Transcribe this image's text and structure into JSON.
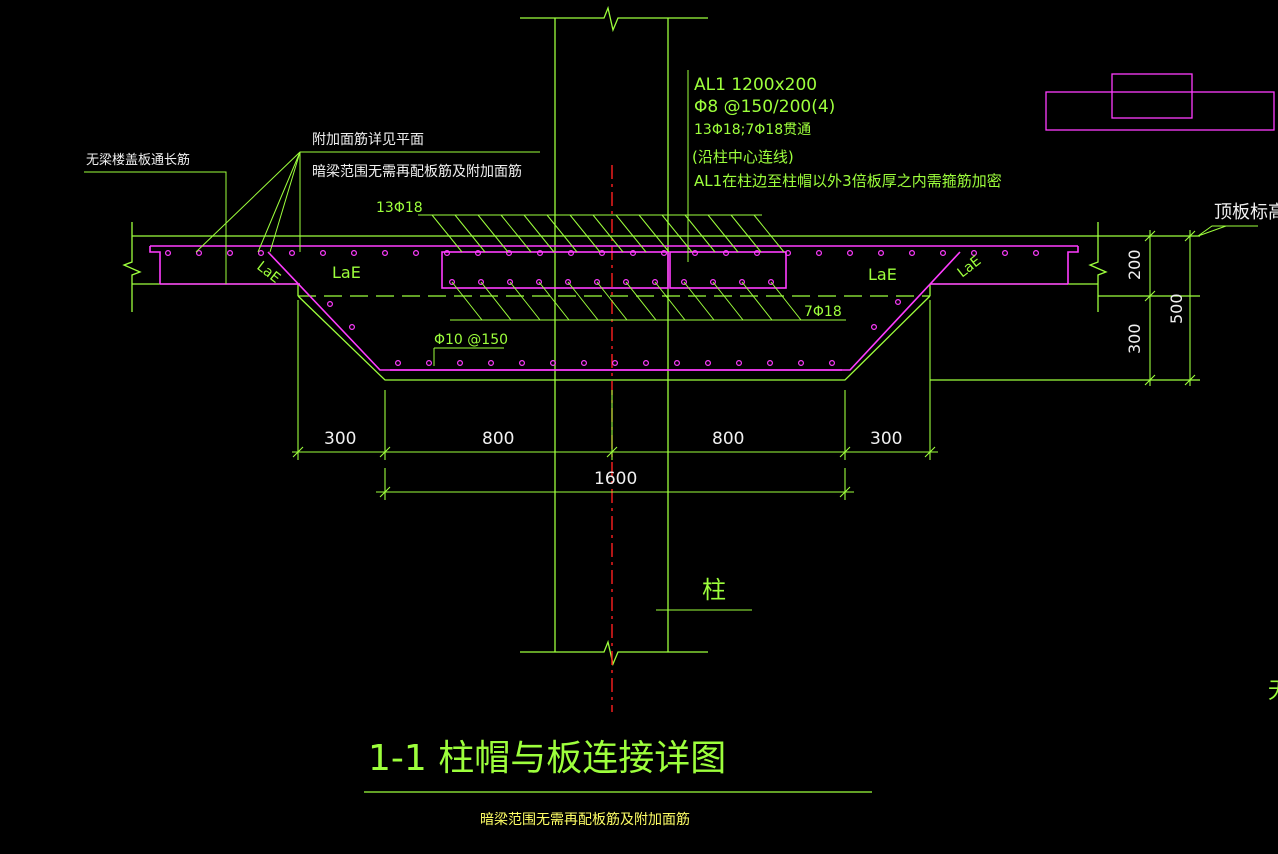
{
  "colors": {
    "background": "#000000",
    "outline": "#9dff3c",
    "rebar": "#ff3cff",
    "centerline": "#ff2020",
    "text_white": "#f0f0f0",
    "text_yellow": "#ffff66"
  },
  "title": {
    "main": "1-1  柱帽与板连接详图",
    "sub": "暗梁范围无需再配板筋及附加面筋"
  },
  "beam_note": {
    "line1": "AL1 1200x200",
    "line2": "Φ8 @150/200(4)",
    "line3": "13Φ18;7Φ18贯通",
    "line4": "(沿柱中心连线)",
    "line5": "AL1在柱边至柱帽以外3倍板厚之内需箍筋加密"
  },
  "labels": {
    "slab_through_bar": "无梁楼盖板通长筋",
    "additional_top_bar": "附加面筋详见平面",
    "beam_range_note": "暗梁范围无需再配板筋及附加面筋",
    "top_bars": "13Φ18",
    "bottom_bars": "7Φ18",
    "cap_bars": "Φ10 @150",
    "anchor_left_slant": "LaE",
    "anchor_left": "LaE",
    "anchor_right": "LaE",
    "anchor_right_slant": "LaE",
    "column": "柱",
    "top_level": "顶板标高",
    "edge_fragment": "无"
  },
  "dimensions": {
    "horizontal": [
      "300",
      "800",
      "800",
      "300"
    ],
    "total": "1600",
    "slab": "200",
    "cap": "300",
    "overall": "500"
  }
}
